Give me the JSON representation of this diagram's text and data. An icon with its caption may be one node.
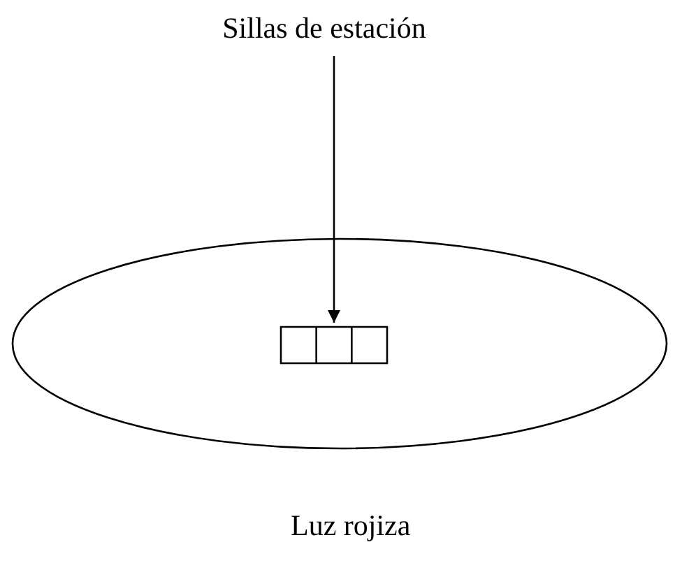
{
  "diagram": {
    "nodes": [
      {
        "text": [
          "Sillas de estación"
        ]
      },
      {
        "text": [],
        "shape": "ellipse",
        "beside": [
          "Luz rojiza"
        ]
      },
      {
        "text": [],
        "shape": "box",
        "in": 1
      }
    ],
    "edges": [
      {
        "from": 0,
        "to": 2,
        "arrow": "to"
      }
    ]
  }
}
